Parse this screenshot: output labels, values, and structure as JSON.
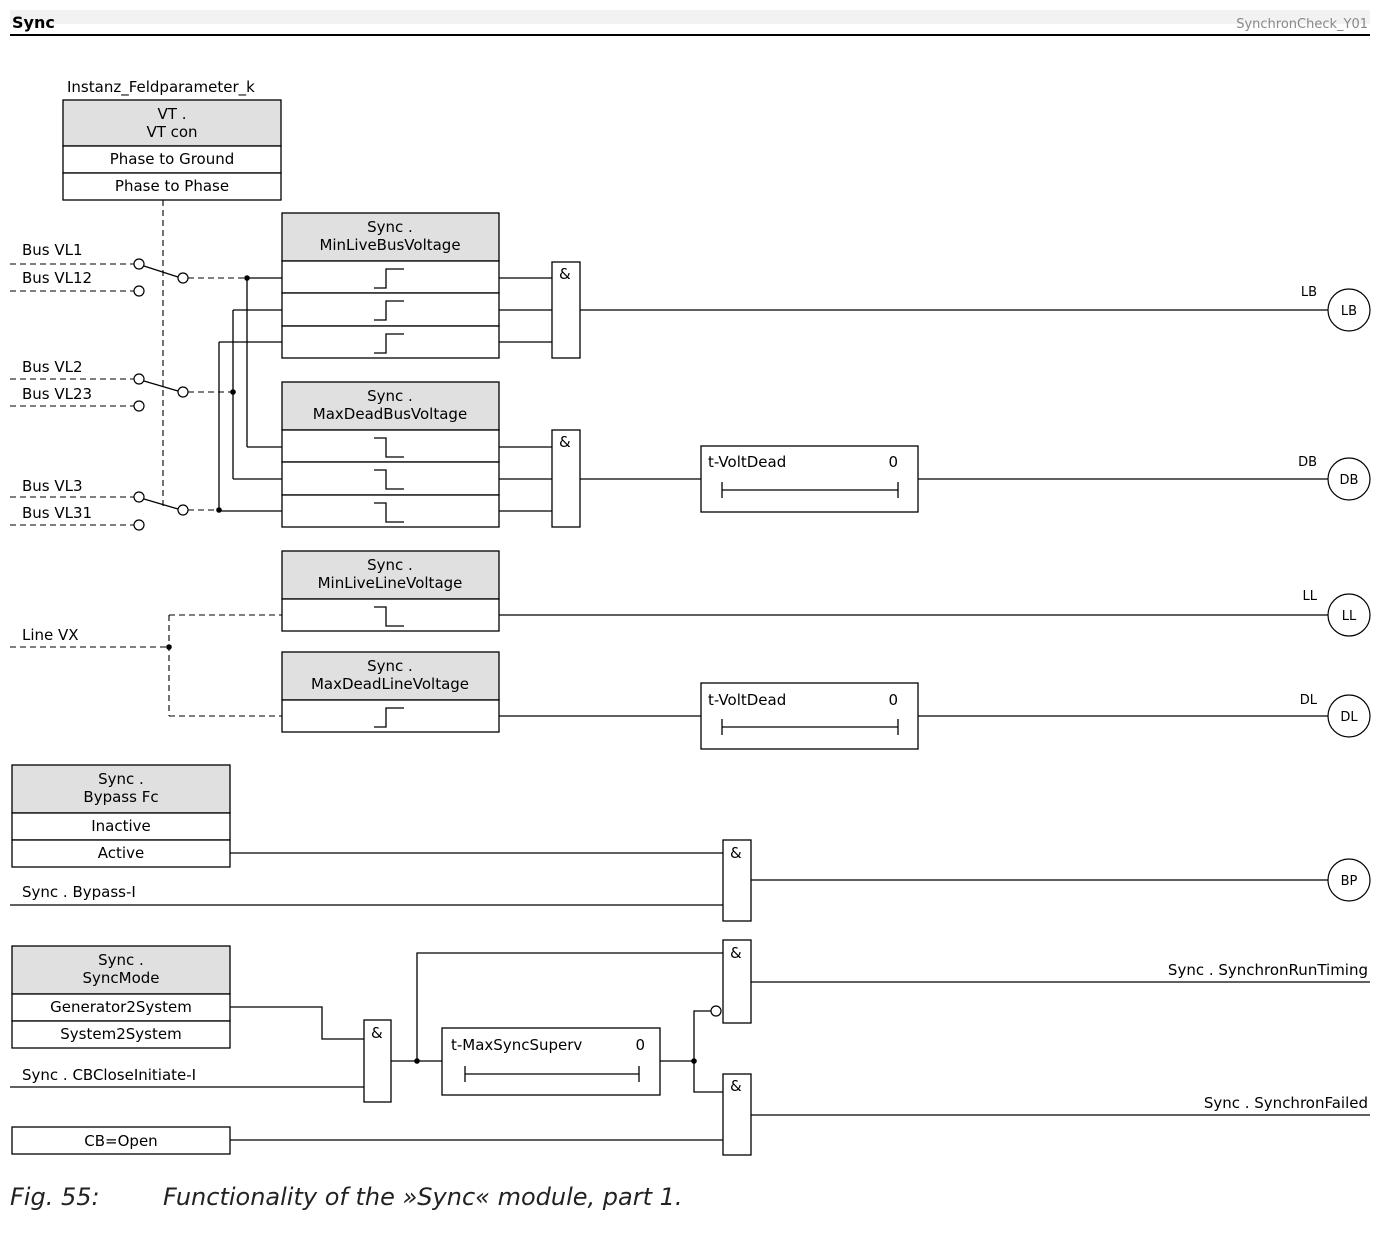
{
  "header": {
    "title": "Sync",
    "code": "SynchronCheck_Y01"
  },
  "vt": {
    "instance": "Instanz_Feldparameter_k",
    "title1": "VT .",
    "title2": "VT con",
    "opt1": "Phase to Ground",
    "opt2": "Phase to Phase"
  },
  "inputs": {
    "bus_vl1": "Bus VL1",
    "bus_vl12": "Bus VL12",
    "bus_vl2": "Bus VL2",
    "bus_vl23": "Bus VL23",
    "bus_vl3": "Bus VL3",
    "bus_vl31": "Bus VL31",
    "line_vx": "Line  VX",
    "bypass_i": "Sync . Bypass-I",
    "cbclose": "Sync . CBCloseInitiate-I"
  },
  "blocks": {
    "minlivebus_1": "Sync .",
    "minlivebus_2": "MinLiveBusVoltage",
    "maxdeadbus_1": "Sync .",
    "maxdeadbus_2": "MaxDeadBusVoltage",
    "minliveline_1": "Sync .",
    "minliveline_2": "MinLiveLineVoltage",
    "maxdeadline_1": "Sync .",
    "maxdeadline_2": "MaxDeadLineVoltage",
    "bypass_1": "Sync .",
    "bypass_2": "Bypass Fc",
    "bypass_opt1": "Inactive",
    "bypass_opt2": "Active",
    "syncmode_1": "Sync .",
    "syncmode_2": "SyncMode",
    "syncmode_opt1": "Generator2System",
    "syncmode_opt2": "System2System",
    "cbopen": "CB=Open"
  },
  "gate_label": "&",
  "timers": {
    "voltdead": "t-VoltDead",
    "maxsync": "t-MaxSyncSuperv",
    "zero": "0"
  },
  "outputs": {
    "lb": "LB",
    "db": "DB",
    "ll": "LL",
    "dl": "DL",
    "bp": "BP",
    "runtiming": "Sync . SynchronRunTiming",
    "failed": "Sync . SynchronFailed"
  },
  "caption": {
    "number": "Fig. 55:",
    "text": "Functionality of the »Sync« module, part 1."
  }
}
